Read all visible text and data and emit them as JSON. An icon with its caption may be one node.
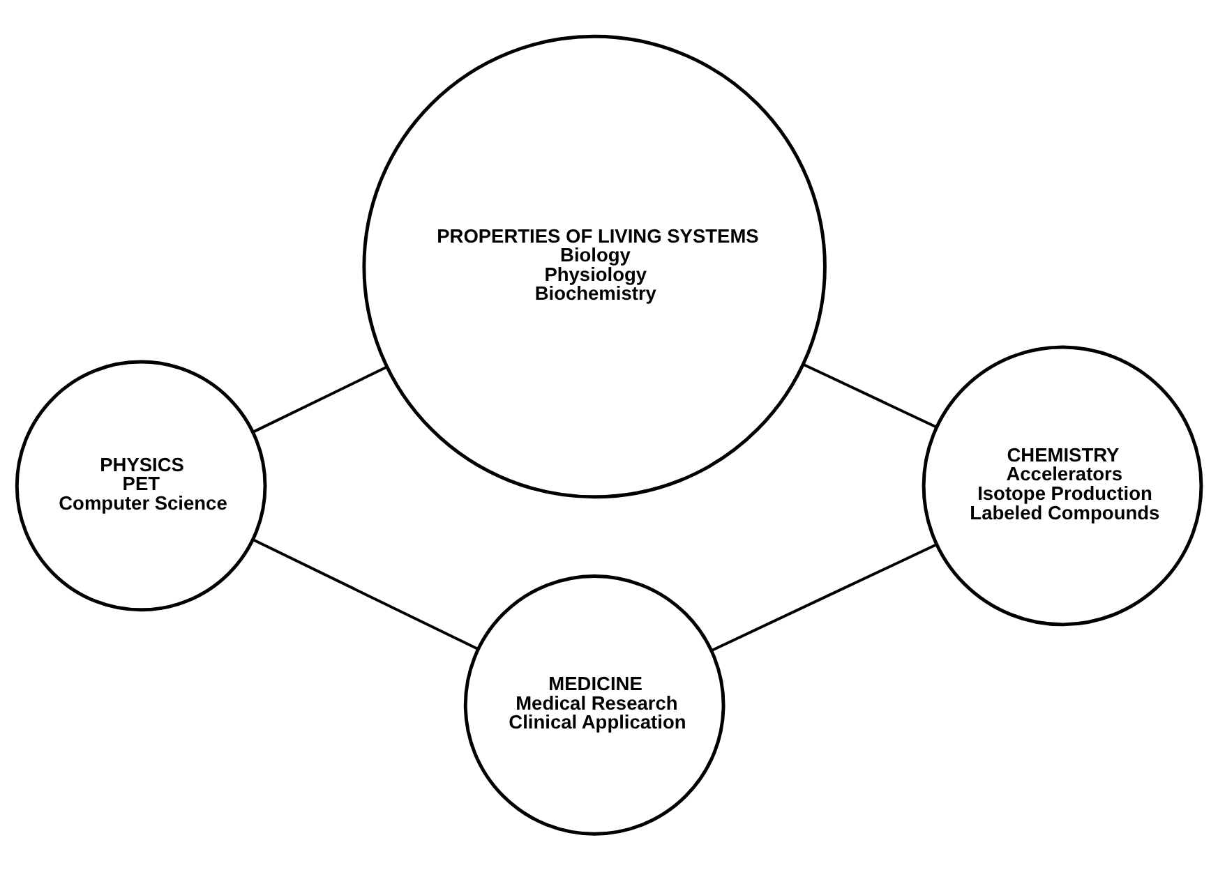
{
  "diagram": {
    "nodes": [
      {
        "text": [
          "PROPERTIES OF LIVING SYSTEMS",
          "Biology",
          "Physiology",
          "Biochemistry"
        ]
      },
      {
        "text": [
          "PHYSICS",
          "PET",
          "Computer Science"
        ]
      },
      {
        "text": [
          "CHEMISTRY",
          "Accelerators",
          "Isotope Production",
          "Labeled Compounds"
        ]
      },
      {
        "text": [
          "MEDICINE",
          "Medical Research",
          "Clinical Application"
        ]
      }
    ],
    "edges": [
      {
        "from": 1,
        "to": 0,
        "arrow": "none"
      },
      {
        "from": 0,
        "to": 2,
        "arrow": "none"
      },
      {
        "from": 1,
        "to": 3,
        "arrow": "none"
      },
      {
        "from": 3,
        "to": 2,
        "arrow": "none"
      }
    ]
  }
}
